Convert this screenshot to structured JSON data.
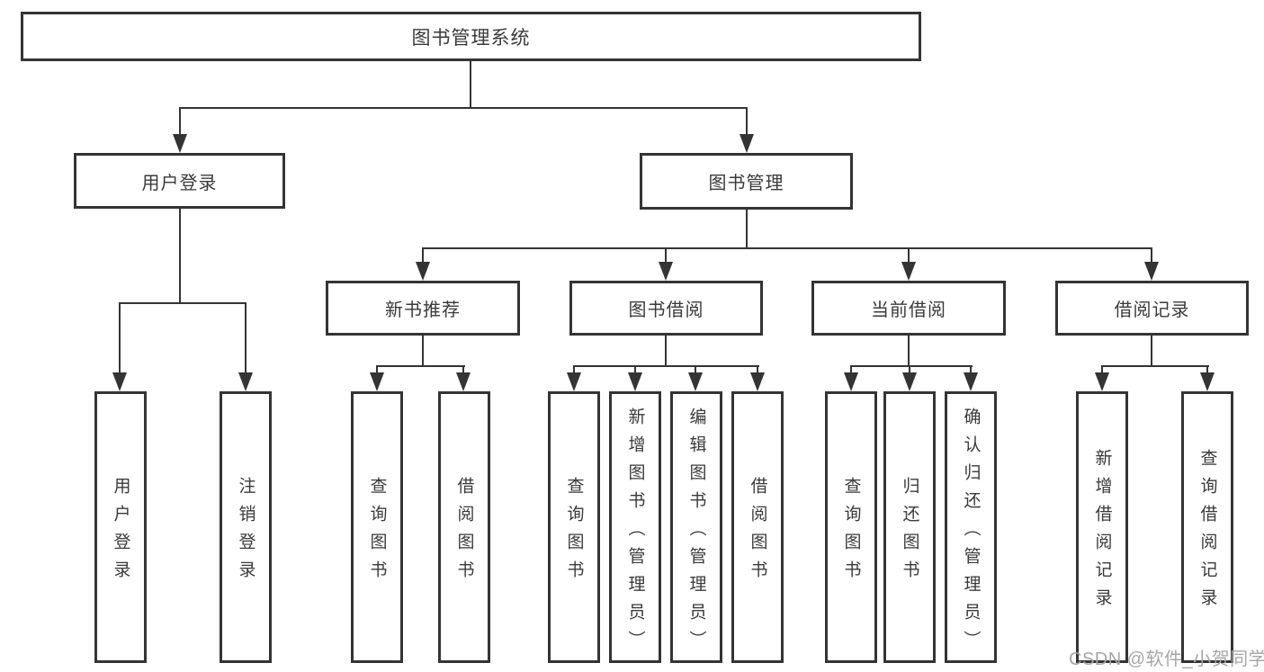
{
  "diagram": {
    "root": "图书管理系统",
    "level2": {
      "user_login": "用户登录",
      "book_mgmt": "图书管理"
    },
    "level3": {
      "new_book_rec": "新书推荐",
      "book_borrow": "图书借阅",
      "current_borrow": "当前借阅",
      "borrow_records": "借阅记录"
    },
    "level4": {
      "user_login": [
        "用户登录",
        "注销登录"
      ],
      "new_book_rec": [
        "查询图书",
        "借阅图书"
      ],
      "book_borrow": [
        "查询图书",
        "新增图书（管理员）",
        "编辑图书（管理员）",
        "借阅图书"
      ],
      "current_borrow": [
        "查询图书",
        "归还图书",
        "确认归还（管理员）"
      ],
      "borrow_records": [
        "新增借阅记录",
        "查询借阅记录"
      ]
    }
  },
  "watermark": "CSDN @软件_小贺同学",
  "colors": {
    "line": "#343434",
    "text": "#3a3a3a",
    "watermark": "#a6a6a6",
    "background": "#ffffff"
  }
}
